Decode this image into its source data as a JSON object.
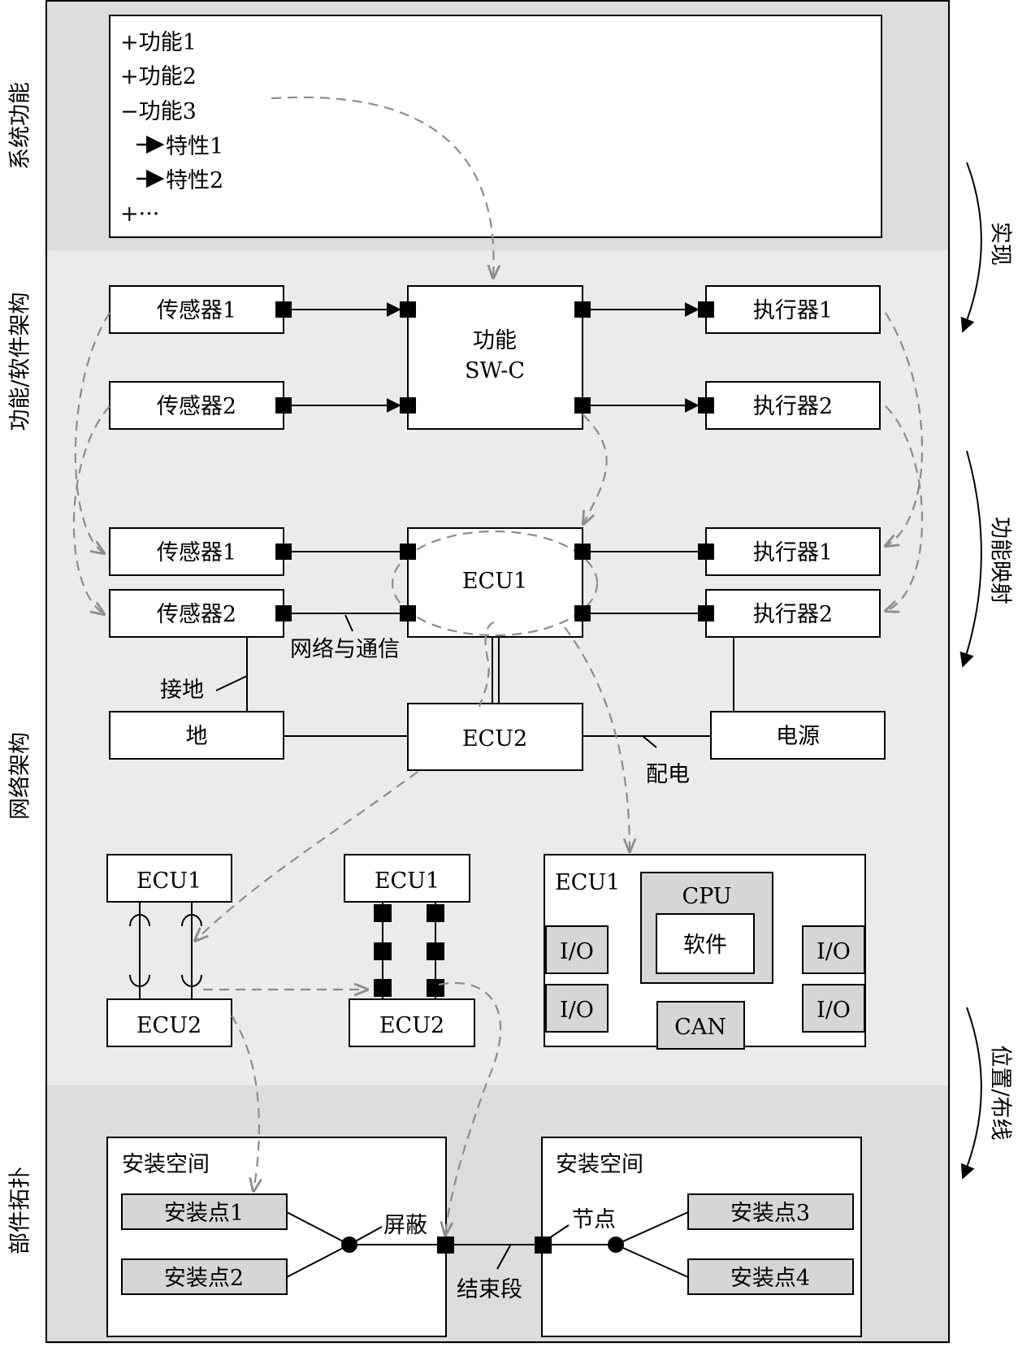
{
  "bands": {
    "system": "系统功能",
    "functional": "功能/软件架构",
    "network": "网络架构",
    "topology": "部件拓扑"
  },
  "steps": {
    "realize": "实现",
    "mapping": "功能映射",
    "placement": "位置/布线"
  },
  "function_list": {
    "lines": [
      "+功能1",
      "+功能2",
      "−功能3",
      "特性1",
      "特性2",
      "+···"
    ]
  },
  "sw_arch": {
    "sensor1": "传感器1",
    "sensor2": "传感器2",
    "function_line1": "功能",
    "function_line2": "SW-C",
    "actuator1": "执行器1",
    "actuator2": "执行器2"
  },
  "network": {
    "sensor1": "传感器1",
    "sensor2": "传感器2",
    "ecu1": "ECU1",
    "actuator1": "执行器1",
    "actuator2": "执行器2",
    "network_label": "网络与通信",
    "ground_label": "接地",
    "ground": "地",
    "ecu2": "ECU2",
    "power": "电源",
    "power_dist": "配电"
  },
  "details": {
    "connector_ecu1": "ECU1",
    "connector_ecu2": "ECU2",
    "pin_ecu1": "ECU1",
    "pin_ecu2": "ECU2",
    "internal_ecu1": "ECU1",
    "cpu": "CPU",
    "software": "软件",
    "io": "I/O",
    "can": "CAN"
  },
  "topology": {
    "space_left": "安装空间",
    "space_right": "安装空间",
    "point1": "安装点1",
    "point2": "安装点2",
    "point3": "安装点3",
    "point4": "安装点4",
    "shield": "屏蔽",
    "node": "节点",
    "termination": "结束段"
  }
}
